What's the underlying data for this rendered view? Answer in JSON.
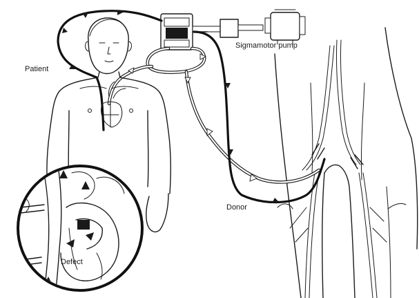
{
  "labels": {
    "patient": "Patient",
    "pump": "Sigmamotor pump",
    "donor": "Donor",
    "defect": "Defect"
  },
  "colors": {
    "ink": "#1a1a1a",
    "background": "#ffffff"
  }
}
